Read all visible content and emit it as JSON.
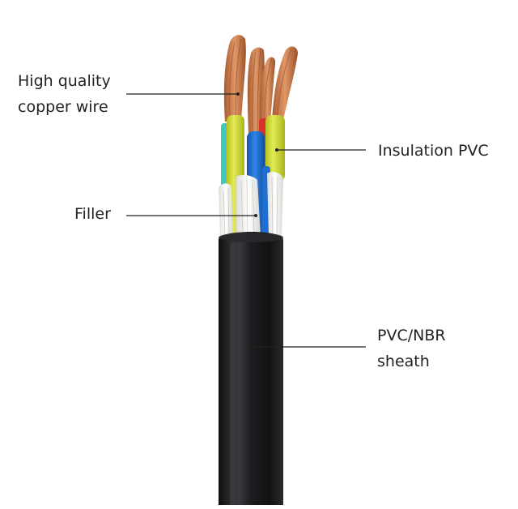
{
  "diagram": {
    "callouts": [
      {
        "id": "copper",
        "lines": [
          "High quality",
          "copper wire"
        ]
      },
      {
        "id": "insulation",
        "lines": [
          "Insulation PVC"
        ]
      },
      {
        "id": "filler",
        "lines": [
          "Filler"
        ]
      },
      {
        "id": "sheath",
        "lines": [
          "PVC/NBR",
          "sheath"
        ]
      }
    ]
  },
  "colors": {
    "background": "#ffffff",
    "sheath": "#1c1c1e",
    "copper": "#c9774a",
    "insulation_yellow_green": "#cfd93a",
    "insulation_blue": "#1f6fd1",
    "insulation_red": "#d8322f",
    "insulation_cyan": "#3fc9b8",
    "filler": "#f4f4f2",
    "leader_line": "#222222",
    "label_text": "#222222"
  }
}
